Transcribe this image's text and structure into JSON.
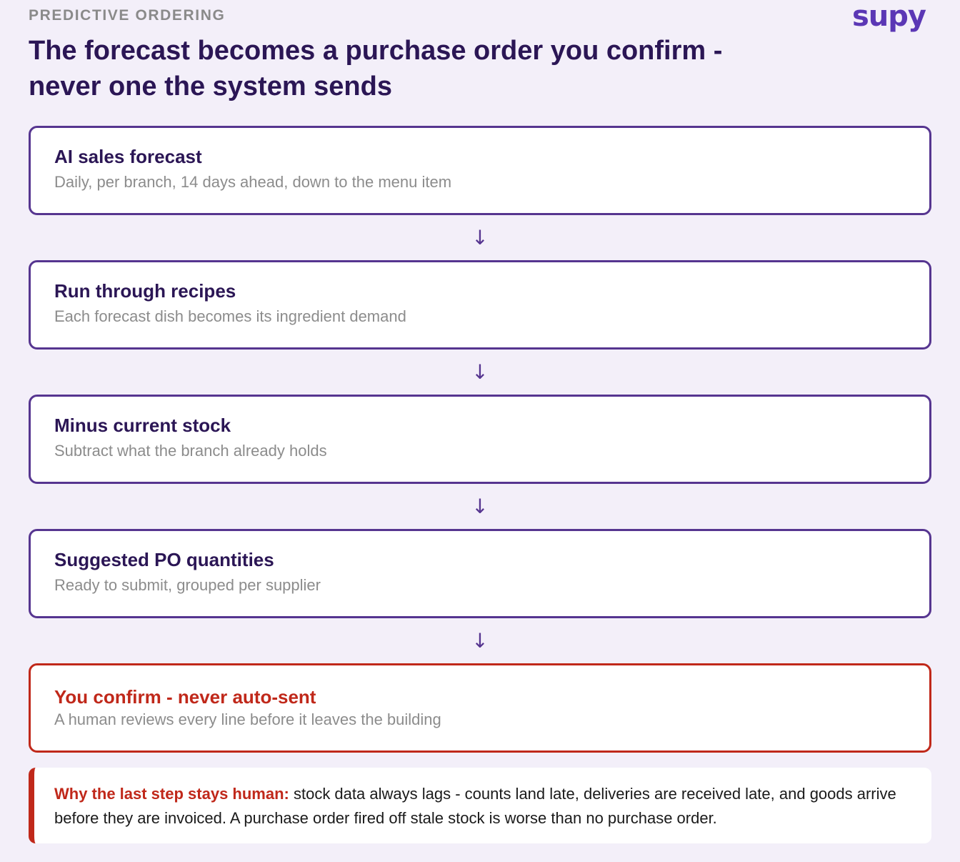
{
  "header": {
    "eyebrow": "PREDICTIVE ORDERING",
    "title": "The forecast becomes a purchase order you confirm - never one the system sends",
    "logo": "supy"
  },
  "flow": {
    "steps": [
      {
        "title": "AI sales forecast",
        "description": "Daily, per branch, 14 days ahead, down to the menu item"
      },
      {
        "title": "Run through recipes",
        "description": "Each forecast dish becomes its ingredient demand"
      },
      {
        "title": "Minus current stock",
        "description": "Subtract what the branch already holds"
      },
      {
        "title": "Suggested PO quantities",
        "description": "Ready to submit, grouped per supplier"
      },
      {
        "title": "You confirm - never auto-sent",
        "description": "A human reviews every line before it leaves the building"
      }
    ],
    "arrow_glyph": "↓"
  },
  "note": {
    "lead": "Why the last step stays human:",
    "body": " stock data always lags - counts land late, deliveries are received late, and goods arrive before they are invoiced. A purchase order fired off stale stock is worse than no purchase order."
  },
  "colors": {
    "accent": "#563590",
    "alert": "#c0281a",
    "heading": "#2b1655",
    "background": "#f3eff9",
    "logo": "#5b37b5"
  }
}
